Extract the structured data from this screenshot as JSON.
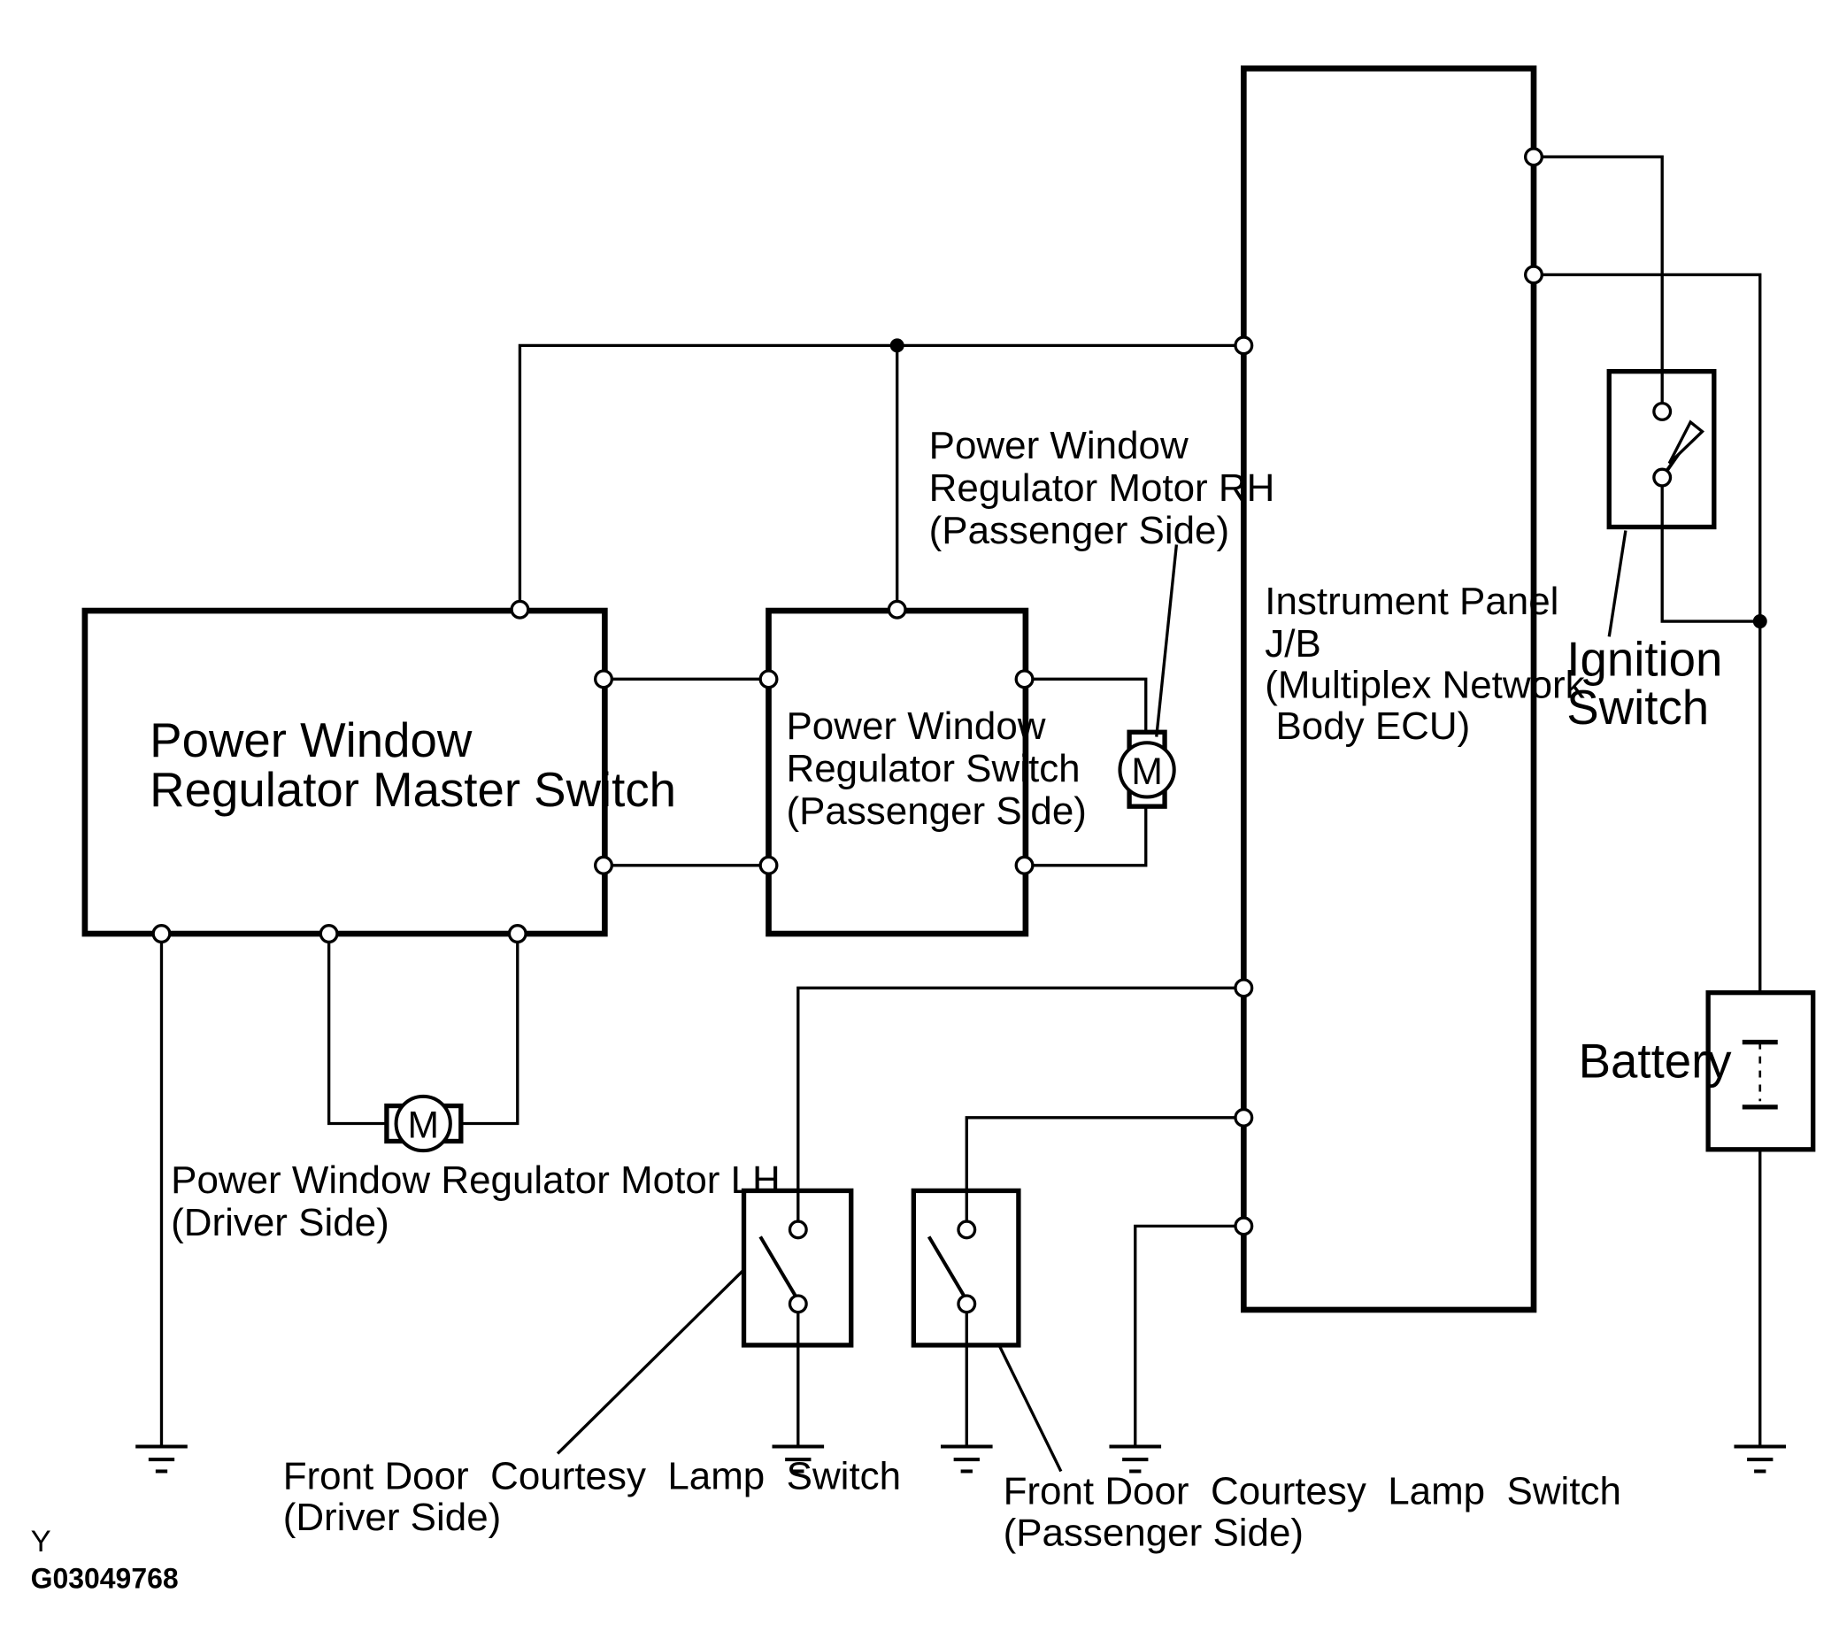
{
  "labels": {
    "master_switch": [
      "Power Window",
      "Regulator Master Switch"
    ],
    "passenger_switch": [
      "Power Window",
      "Regulator Switch",
      "(Passenger Side)"
    ],
    "motor_rh": [
      "Power Window",
      "Regulator Motor RH",
      "(Passenger Side)"
    ],
    "motor_lh": [
      "Power Window Regulator Motor LH",
      "(Driver Side)"
    ],
    "jb": [
      "Instrument Panel",
      "J/B",
      "(Multiplex Network",
      " Body ECU)"
    ],
    "ignition": [
      "Ignition",
      "Switch"
    ],
    "battery": "Battery",
    "courtesy_driver": [
      "Front Door  Courtesy  Lamp  Switch",
      "(Driver Side)"
    ],
    "courtesy_passenger": [
      "Front Door  Courtesy  Lamp  Switch",
      "(Passenger Side)"
    ],
    "motor_symbol": "M",
    "corner_letter": "Y",
    "figure_code": "G03049768"
  },
  "colors": {
    "line": "#000000",
    "background": "#ffffff"
  }
}
